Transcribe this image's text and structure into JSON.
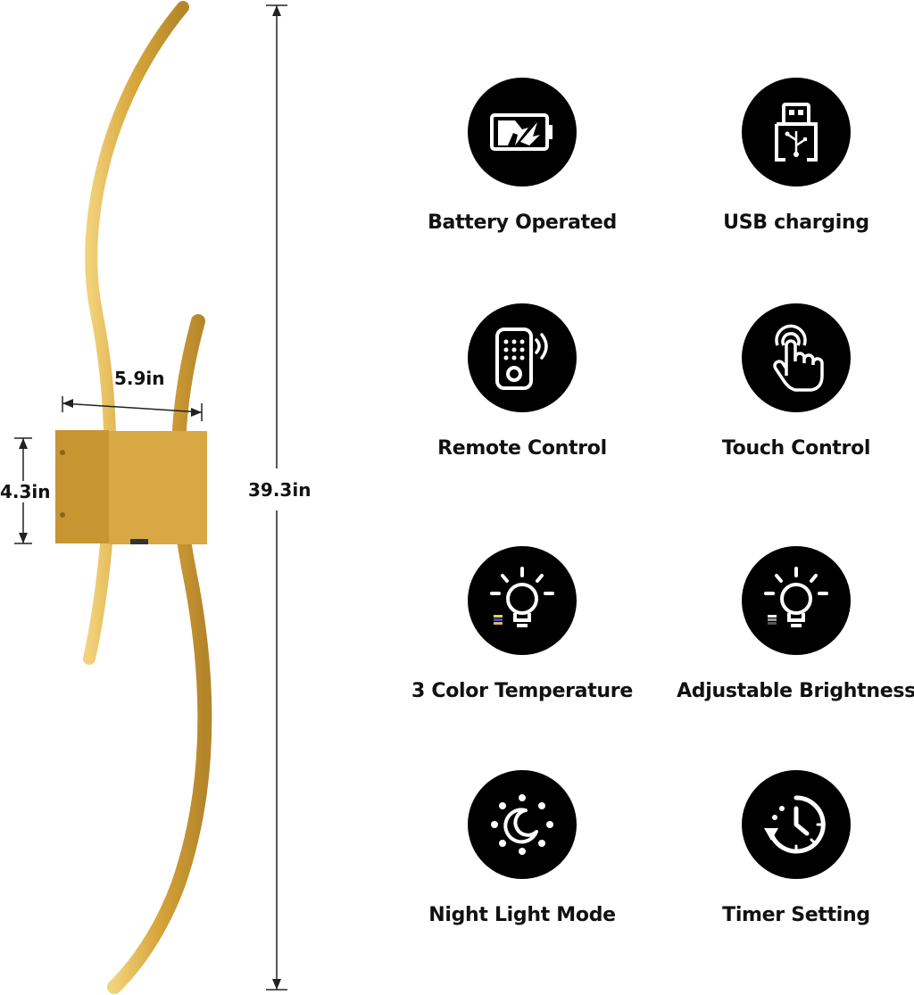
{
  "dimensions": {
    "width_label": "5.9in",
    "plate_height_label": "4.3in",
    "total_height_label": "39.3in"
  },
  "colors": {
    "gold": "#d9a93f",
    "gold_dark": "#b8862a",
    "icon_bg": "#000000",
    "icon_fg": "#ffffff"
  },
  "features": [
    {
      "label": "Battery Operated",
      "icon": "battery-charging-icon"
    },
    {
      "label": "USB charging",
      "icon": "usb-icon"
    },
    {
      "label": "Remote Control",
      "icon": "remote-control-icon"
    },
    {
      "label": "Touch Control",
      "icon": "touch-hand-icon"
    },
    {
      "label": "3 Color Temperature",
      "icon": "bulb-color-icon"
    },
    {
      "label": "Adjustable Brightness",
      "icon": "bulb-brightness-icon"
    },
    {
      "label": "Night Light Mode",
      "icon": "moon-icon"
    },
    {
      "label": "Timer Setting",
      "icon": "timer-icon"
    }
  ]
}
